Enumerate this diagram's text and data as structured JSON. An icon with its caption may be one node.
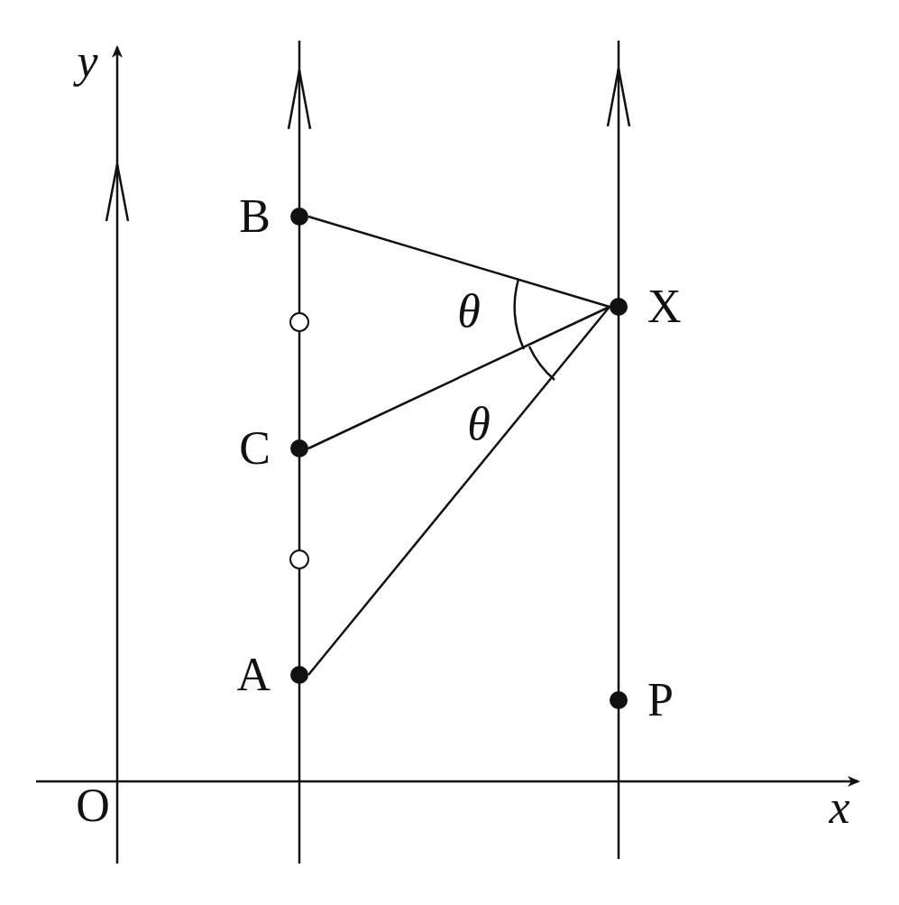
{
  "diagram": {
    "nodes": [
      {
        "text": [
          "B"
        ]
      },
      {
        "text": [],
        "shape": "circle"
      },
      {
        "text": [
          "X"
        ]
      },
      {
        "text": [
          "C"
        ]
      },
      {
        "text": [],
        "shape": "circle"
      },
      {
        "text": [
          "A"
        ]
      },
      {
        "text": [
          "P"
        ]
      }
    ],
    "edges": [
      {
        "from": 0,
        "to": 2,
        "arrow": "none"
      },
      {
        "from": 3,
        "to": 2,
        "arrow": "none"
      },
      {
        "from": 5,
        "to": 2,
        "arrow": "none"
      }
    ],
    "labels": [
      "y",
      "θ",
      "θ",
      "O",
      "x"
    ]
  }
}
